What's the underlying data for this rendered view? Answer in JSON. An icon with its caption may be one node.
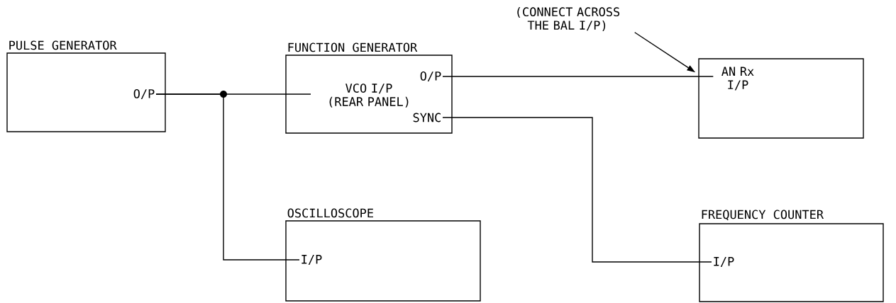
{
  "diagram": {
    "nodes": [
      {
        "text": [
          "PULSE GENERATOR",
          "O/P"
        ]
      },
      {
        "text": [
          "FUNCTION GENERATOR",
          "O/P",
          "VCO I/P (REAR PANEL)",
          "SYNC"
        ]
      },
      {
        "text": [
          "AN Rx I/P"
        ]
      },
      {
        "text": [
          "OSCILLOSCOPE",
          "I/P"
        ]
      },
      {
        "text": [
          "FREQUENCY COUNTER",
          "I/P"
        ]
      },
      {
        "text": [
          "(CONNECT ACROSS THE BAL I/P)"
        ]
      }
    ],
    "edges": [
      {
        "from": 0,
        "to": 1,
        "arrow": "none"
      },
      {
        "from": 0,
        "to": 3,
        "arrow": "none"
      },
      {
        "from": 1,
        "to": 2,
        "arrow": "none"
      },
      {
        "from": 1,
        "to": 4,
        "arrow": "none"
      },
      {
        "from": 5,
        "to": 2,
        "arrow": "to"
      }
    ]
  }
}
